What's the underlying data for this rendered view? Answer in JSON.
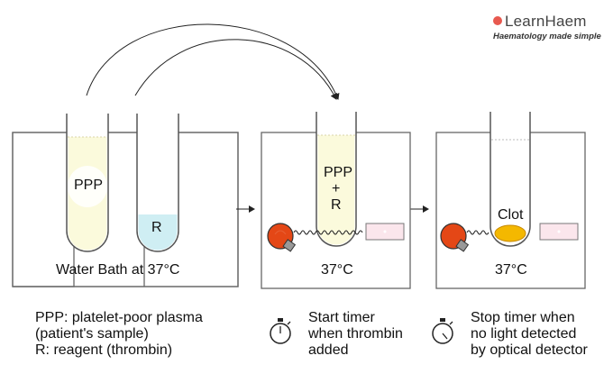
{
  "brand": {
    "name": "LearnHaem",
    "tagline": "Haematology made simple"
  },
  "stage1": {
    "tube1_label": "PPP",
    "tube2_label": "R",
    "bath_label": "Water Bath at 37°C"
  },
  "stage2": {
    "tube_label_line1": "PPP",
    "tube_label_line2": "+",
    "tube_label_line3": "R",
    "temp_label": "37°C"
  },
  "stage3": {
    "clot_label": "Clot",
    "temp_label": "37°C"
  },
  "legend": {
    "line1": "PPP: platelet-poor plasma",
    "line2": "(patient's sample)",
    "line3": "R: reagent (thrombin)"
  },
  "step_start": {
    "line1": "Start timer",
    "line2": "when thrombin",
    "line3": "added"
  },
  "step_stop": {
    "line1": "Stop timer when",
    "line2": "no light detected",
    "line3": "by optical detector"
  },
  "colors": {
    "plasma": "#fbfadc",
    "reagent": "#cfeef3",
    "clot": "#f4b800",
    "bulb": "#e44716",
    "detector": "#fbe6ec",
    "bath_line": "#666666"
  },
  "icons": [
    "light-bulb-icon",
    "stopwatch-icon",
    "arrow-icon",
    "optical-detector-icon"
  ]
}
